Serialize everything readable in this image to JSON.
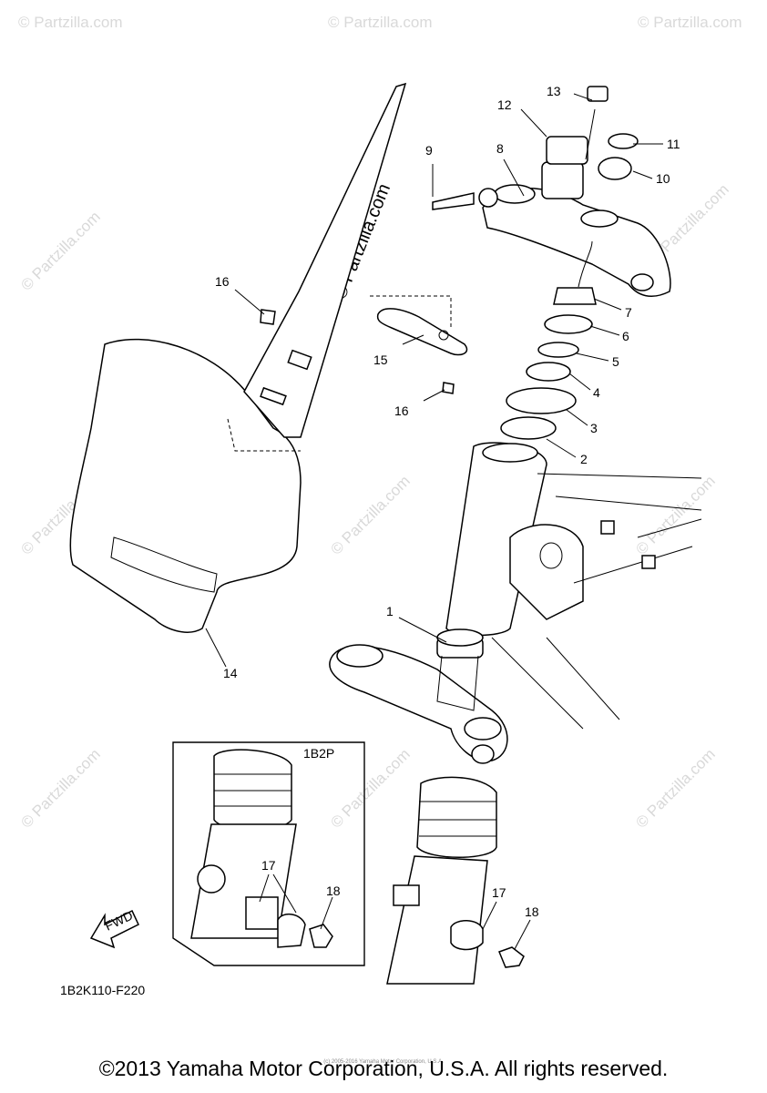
{
  "callouts": {
    "n1": "1",
    "n2": "2",
    "n3": "3",
    "n4": "4",
    "n5": "5",
    "n6": "6",
    "n7": "7",
    "n8": "8",
    "n9": "9",
    "n10": "10",
    "n11": "11",
    "n12": "12",
    "n13": "13",
    "n14": "14",
    "n15": "15",
    "n16a": "16",
    "n16b": "16",
    "n17a": "17",
    "n17b": "17",
    "n18a": "18",
    "n18b": "18"
  },
  "inset_label": "1B2P",
  "fwd_label": "FWD",
  "diagram_code": "1B2K110-F220",
  "watermark": "© Partzilla.com",
  "main_watermark": "© Partzilla.com",
  "small_copyright": "(c) 2005-2016 Yamaha Motor Corporation, U.S.A.",
  "copyright": "©2013 Yamaha Motor Corporation, U.S.A. All rights reserved."
}
